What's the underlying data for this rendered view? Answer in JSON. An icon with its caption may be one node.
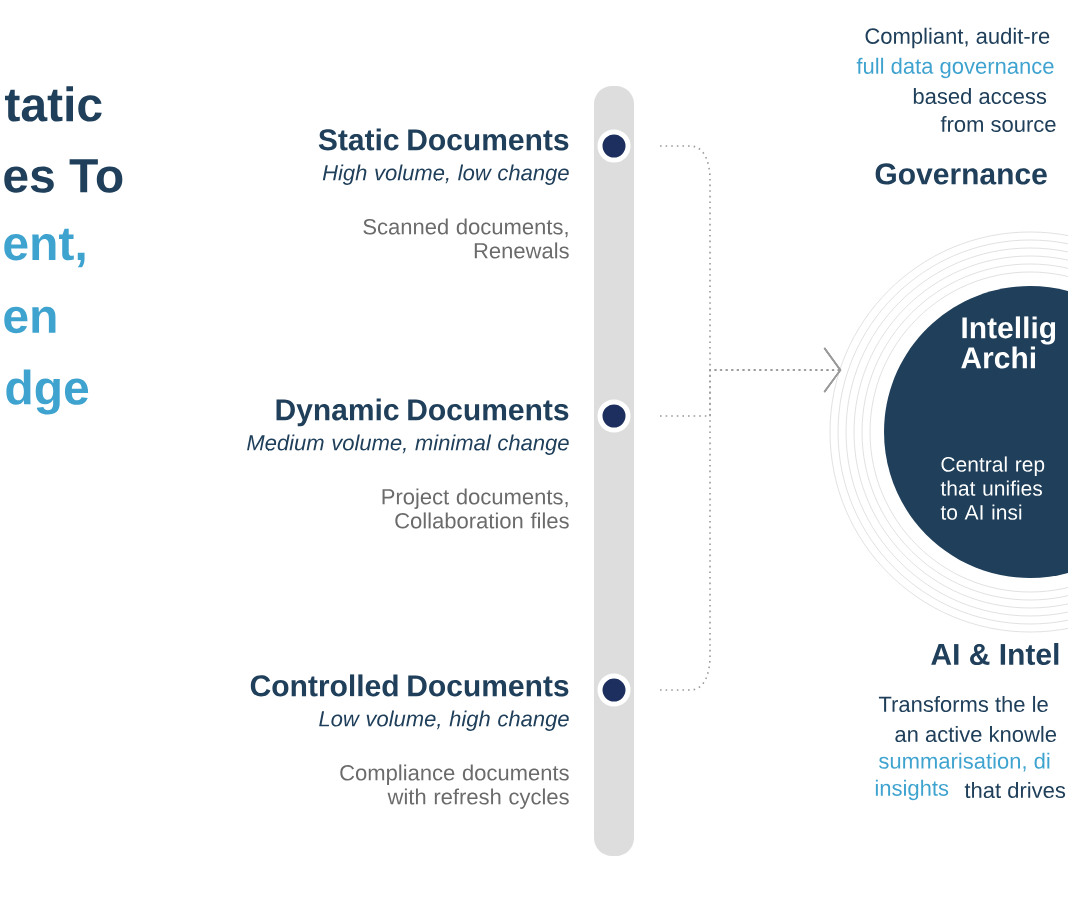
{
  "diagram": {
    "nodes": [
      {
        "text": [
          "Static Documents",
          "High volume, low change",
          "Scanned documents, Renewals"
        ]
      },
      {
        "text": [
          "Dynamic Documents",
          "Medium volume, minimal change",
          "Project documents, Collaboration files"
        ]
      },
      {
        "text": [
          "Controlled Documents",
          "Low volume, high change",
          "Compliance documents with refresh cycles"
        ]
      },
      {
        "text": [
          "Intellig Archi",
          "Central rep that unifies to AI insi"
        ]
      }
    ],
    "edges": [
      {
        "from": 0,
        "to": 3,
        "arrow": "to",
        "style": "dashed"
      },
      {
        "from": 1,
        "to": 3,
        "arrow": "to",
        "style": "dashed"
      },
      {
        "from": 2,
        "to": 3,
        "arrow": "to",
        "style": "dashed"
      }
    ],
    "labels": [
      "tatic",
      "es To",
      "ent,",
      "en",
      "dge",
      "Compliant, audit-re",
      "full data governance",
      "based access",
      "from source",
      "Governance",
      "AI & Intel",
      "Transforms the le",
      "an active knowle",
      "summarisation, di",
      "insights",
      "that drives"
    ]
  }
}
